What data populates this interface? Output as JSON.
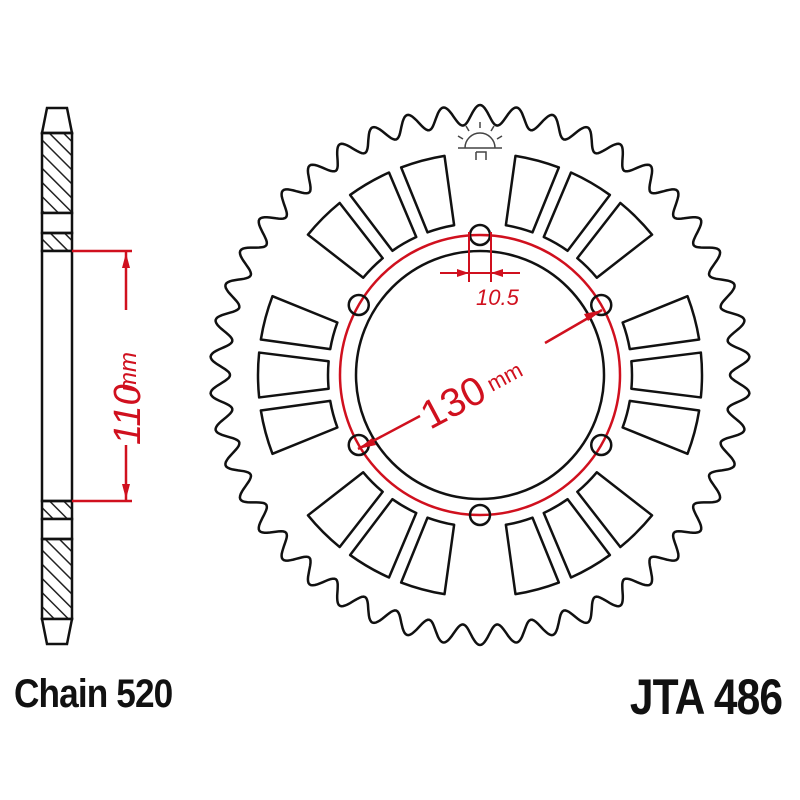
{
  "labels": {
    "chain": "Chain 520",
    "part_number": "JTA 486"
  },
  "dimensions": {
    "side_height": "110",
    "side_height_unit": "mm",
    "bolt_circle": "130",
    "bolt_circle_unit": "mm",
    "bolt_hole": "10.5"
  },
  "sprocket": {
    "teeth": 46,
    "bolt_holes": 6,
    "slots": 18
  },
  "colors": {
    "line": "#111111",
    "dimension": "#d0101e",
    "hatch": "#222222"
  }
}
